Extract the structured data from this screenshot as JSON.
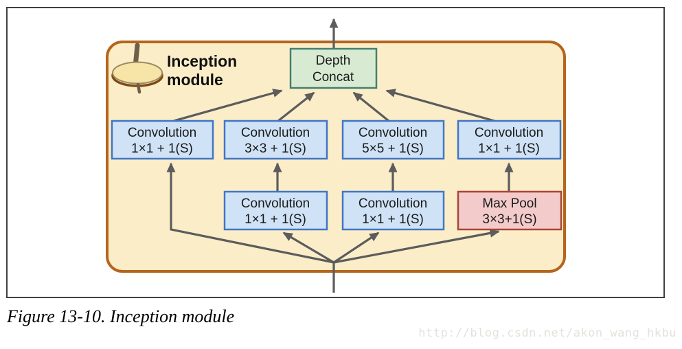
{
  "page": {
    "caption": "Figure 13-10. Inception module",
    "watermark": "http://blog.csdn.net/akon_wang_hkbu"
  },
  "diagram": {
    "title_line1": "Inception",
    "title_line2": "module",
    "output_node": {
      "line1": "Depth",
      "line2": "Concat"
    },
    "top_row": [
      {
        "line1": "Convolution",
        "line2": "1×1 + 1(S)"
      },
      {
        "line1": "Convolution",
        "line2": "3×3 + 1(S)"
      },
      {
        "line1": "Convolution",
        "line2": "5×5 + 1(S)"
      },
      {
        "line1": "Convolution",
        "line2": "1×1 + 1(S)"
      }
    ],
    "bottom_row": [
      {
        "line1": "Convolution",
        "line2": "1×1 + 1(S)"
      },
      {
        "line1": "Convolution",
        "line2": "1×1 + 1(S)"
      },
      {
        "line1": "Max Pool",
        "line2": "3×3+1(S)"
      }
    ],
    "colors": {
      "module_background": "#fcedc9",
      "module_border": "#b5651d",
      "convolution_fill": "#cfe2f6",
      "convolution_border": "#4176c4",
      "depth_concat_fill": "#d9ead3",
      "depth_concat_border": "#44806f",
      "max_pool_fill": "#f3cbca",
      "max_pool_border": "#a8453a",
      "arrow": "#5c5c5c"
    }
  }
}
